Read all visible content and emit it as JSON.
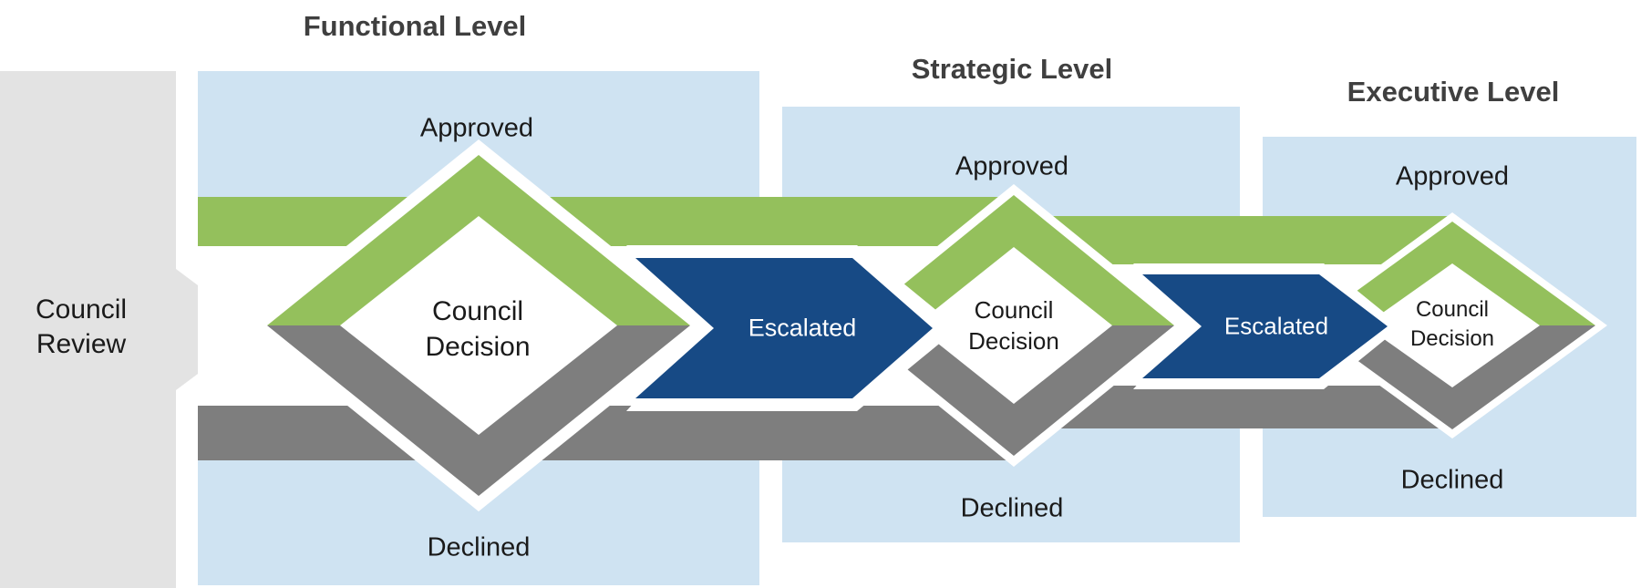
{
  "entry": {
    "label_line1": "Council",
    "label_line2": "Review"
  },
  "levels": [
    {
      "title": "Functional Level",
      "approved_label": "Approved",
      "declined_label": "Declined",
      "decision_line1": "Council",
      "decision_line2": "Decision"
    },
    {
      "title": "Strategic Level",
      "approved_label": "Approved",
      "declined_label": "Declined",
      "decision_line1": "Council",
      "decision_line2": "Decision"
    },
    {
      "title": "Executive Level",
      "approved_label": "Approved",
      "declined_label": "Declined",
      "decision_line1": "Council",
      "decision_line2": "Decision"
    }
  ],
  "escalation_arrows": [
    {
      "label": "Escalated"
    },
    {
      "label": "Escalated"
    }
  ],
  "colors": {
    "light-blue": "#cfe3f2",
    "green": "#94c05c",
    "band-gray": "#7e7e7e",
    "council-gray": "#e3e3e3",
    "navy": "#174a85",
    "title-gray": "#3f3f3f",
    "text-dark": "#1a1a1a",
    "white": "#ffffff"
  }
}
